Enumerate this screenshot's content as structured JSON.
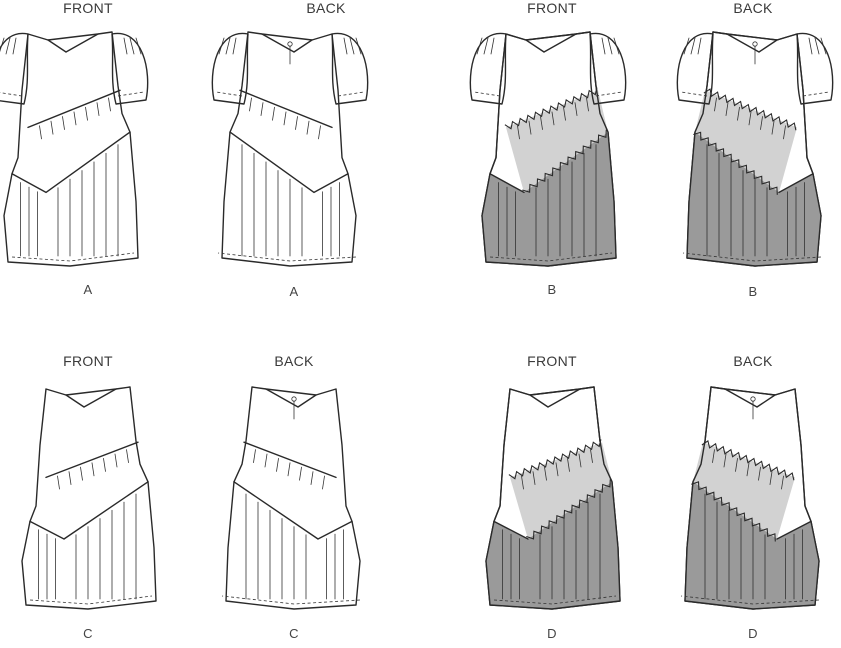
{
  "labels": {
    "front": "FRONT",
    "back": "BACK"
  },
  "views": [
    {
      "id": "a-front",
      "view": "FRONT",
      "variant": "A",
      "sleeve": "puff",
      "trim": false
    },
    {
      "id": "a-back",
      "view": "BACK",
      "variant": "A",
      "sleeve": "puff",
      "trim": false
    },
    {
      "id": "b-front",
      "view": "FRONT",
      "variant": "B",
      "sleeve": "puff",
      "trim": true
    },
    {
      "id": "b-back",
      "view": "BACK",
      "variant": "B",
      "sleeve": "puff",
      "trim": true
    },
    {
      "id": "c-front",
      "view": "FRONT",
      "variant": "C",
      "sleeve": "none",
      "trim": false
    },
    {
      "id": "c-back",
      "view": "BACK",
      "variant": "C",
      "sleeve": "none",
      "trim": false
    },
    {
      "id": "d-front",
      "view": "FRONT",
      "variant": "D",
      "sleeve": "none",
      "trim": true
    },
    {
      "id": "d-back",
      "view": "BACK",
      "variant": "D",
      "sleeve": "none",
      "trim": true
    }
  ],
  "colors": {
    "outline": "#2a2a2a",
    "fabric": "#ffffff",
    "contrast_light": "#d2d2d2",
    "contrast_dark": "#9a9a9a",
    "ric_rac": "#ffffff"
  }
}
